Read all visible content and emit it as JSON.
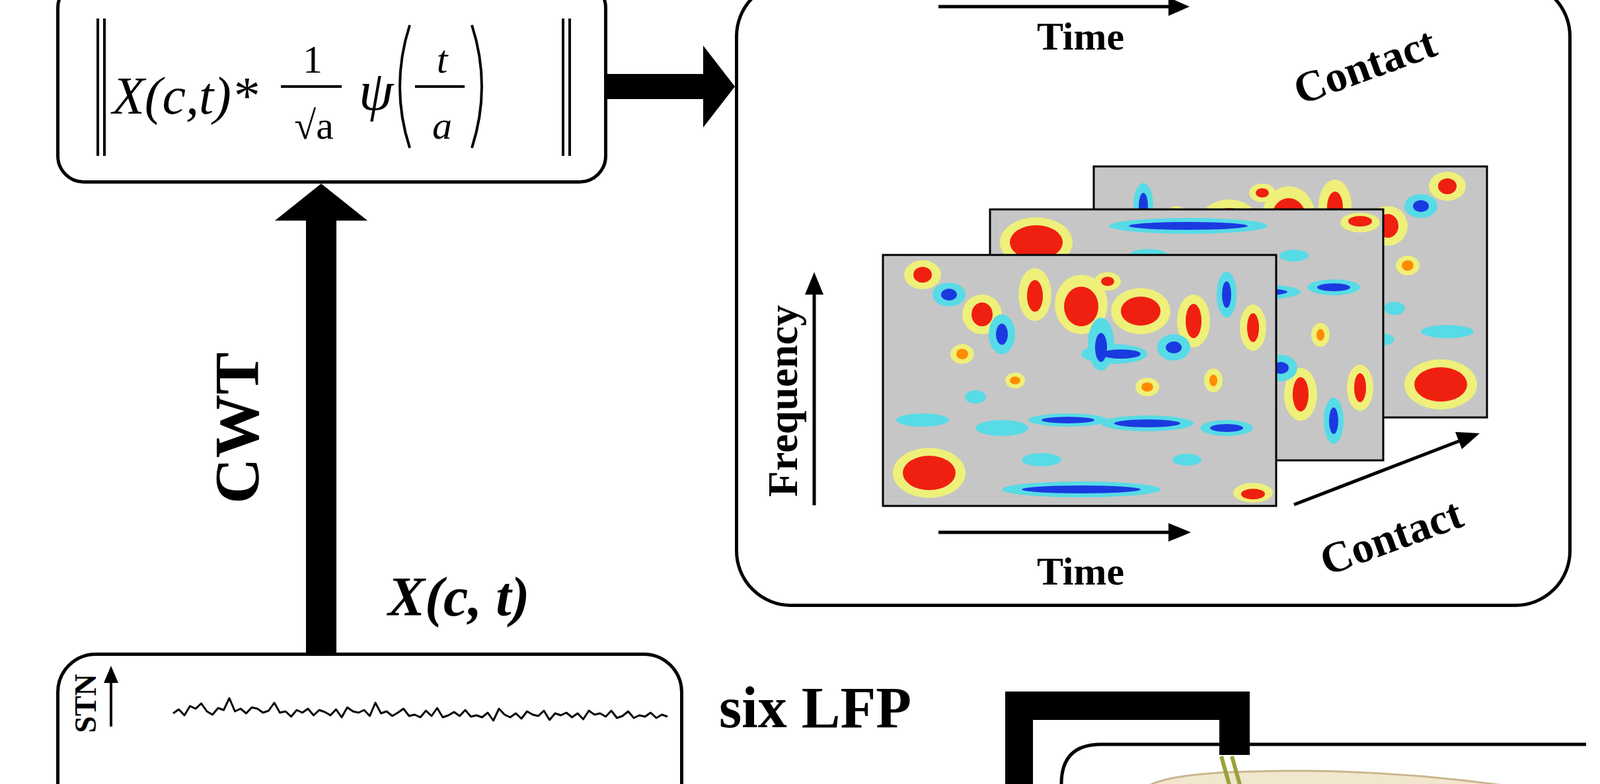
{
  "diagram": {
    "nodes": [
      {
        "text": [
          "X(c,t)*",
          "1",
          "√a",
          "ψ",
          "t",
          "a"
        ]
      },
      {
        "text": [
          "Time",
          "Contact",
          "Frequency",
          "Time",
          "Contact"
        ]
      },
      {
        "text": [
          "STN"
        ]
      }
    ],
    "edges": [
      {
        "from": 0,
        "to": 1,
        "arrow": "to"
      },
      {
        "from": 2,
        "to": 0,
        "arrow": "to",
        "label": "CWT"
      }
    ],
    "labels": [
      "X(c, t)",
      "six LFP"
    ]
  }
}
